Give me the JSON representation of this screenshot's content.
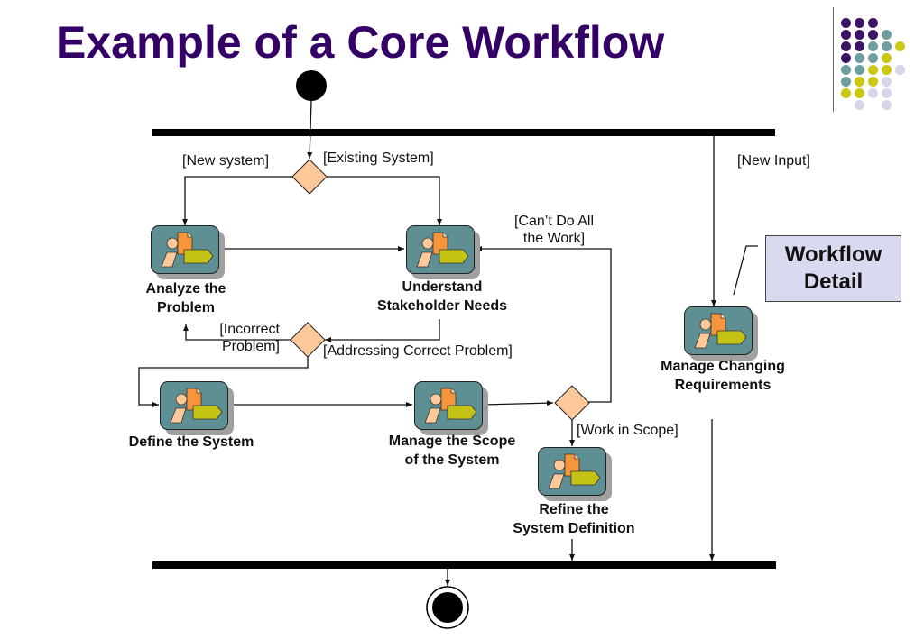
{
  "slide": {
    "title": "Example of a Core Workflow",
    "title_color": "#330066"
  },
  "decoration": {
    "dot_grid": [
      [
        "purple",
        "purple",
        "purple"
      ],
      [
        "purple",
        "purple",
        "purple",
        "teal"
      ],
      [
        "purple",
        "purple",
        "teal",
        "teal",
        "yellow"
      ],
      [
        "purple",
        "teal",
        "teal",
        "yellow"
      ],
      [
        "teal",
        "teal",
        "yellow",
        "yellow",
        "lavender"
      ],
      [
        "teal",
        "yellow",
        "yellow",
        "lavender"
      ],
      [
        "yellow",
        "yellow",
        "lavender",
        "lavender"
      ],
      [
        "",
        "lavender",
        "",
        "lavender"
      ]
    ],
    "colors": {
      "purple": "#3b1466",
      "teal": "#6f9e9e",
      "yellow": "#c9c814",
      "lavender": "#d6d6ea"
    }
  },
  "diagram": {
    "activities": [
      {
        "id": "analyze",
        "label_lines": [
          "Analyze the",
          "Problem"
        ]
      },
      {
        "id": "understand",
        "label_lines": [
          "Understand",
          "Stakeholder Needs"
        ]
      },
      {
        "id": "define",
        "label_lines": [
          "Define the System"
        ]
      },
      {
        "id": "scope",
        "label_lines": [
          "Manage the Scope",
          "of the System"
        ]
      },
      {
        "id": "refine",
        "label_lines": [
          "Refine the",
          "System Definition"
        ]
      },
      {
        "id": "changing",
        "label_lines": [
          "Manage Changing",
          "Requirements"
        ]
      }
    ],
    "guards": {
      "new_system": "[New system]",
      "existing_system": "[Existing System]",
      "new_input": "[New Input]",
      "cant_do_all_1": "[Can’t Do All",
      "cant_do_all_2": "the Work]",
      "incorrect_1": "[Incorrect",
      "incorrect_2": "Problem]",
      "addressing": "[Addressing Correct Problem]",
      "work_in_scope": "[Work in Scope]"
    },
    "callout": {
      "line1": "Workflow",
      "line2": "Detail"
    },
    "colors": {
      "activity_fill": "#5e8f93",
      "decision_fill": "#fdc99a",
      "callout_fill": "#d9d9ef"
    }
  }
}
